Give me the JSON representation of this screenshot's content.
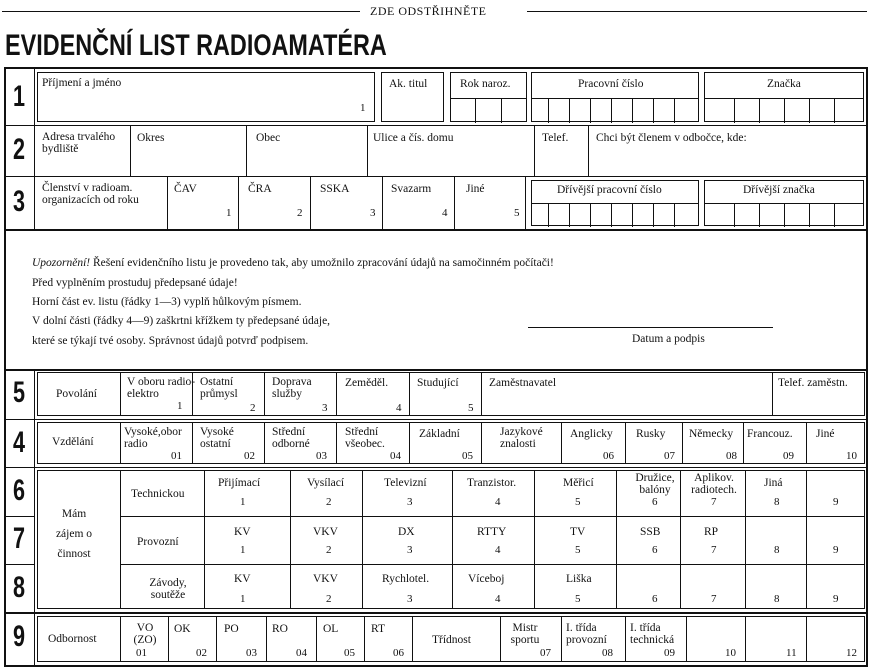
{
  "cut_label": "ZDE ODSTŘIHNĚTE",
  "title": "EVIDENČNÍ LIST RADIOAMATÉRA",
  "row_numbers": [
    "1",
    "2",
    "3",
    "5",
    "4",
    "6",
    "7",
    "8",
    "9"
  ],
  "row1": {
    "name": "Příjmení a jméno",
    "name_num": "1",
    "title": "Ak. titul",
    "birth": "Rok naroz.",
    "work_no": "Pracovní číslo",
    "callsign": "Značka"
  },
  "row2": {
    "address": "Adresa trvalého bydliště",
    "district": "Okres",
    "town": "Obec",
    "street": "Ulice a čís. domu",
    "phone": "Telef.",
    "branch": "Chci být členem v odbočce, kde:"
  },
  "row3": {
    "member": "Členství v radioam. organizacích od roku",
    "org": [
      "ČAV",
      "ČRA",
      "SSKA",
      "Svazarm",
      "Jiné"
    ],
    "org_nums": [
      "1",
      "2",
      "3",
      "4",
      "5"
    ],
    "prev_work": "Dřívější pracovní číslo",
    "prev_call": "Dřívější značka"
  },
  "notice": {
    "lead": "Upozornění!",
    "l1": " Řešení evidenčního listu je provedeno tak, aby umožnilo zpracování údajů na samočinném počítači!",
    "l2": "Před vyplněním prostuduj předepsané údaje!",
    "l3": "Horní část ev. listu (řádky 1—3) vyplň hůlkovým písmem.",
    "l4": "V dolní části (řádky 4—9) zaškrtni křížkem ty předepsané údaje,",
    "l5": "které se týkají tvé osoby. Správnost údajů potvrď podpisem.",
    "sign": "Datum a podpis"
  },
  "row5": {
    "label": "Povolání",
    "cells": [
      "V oboru radio-elektro",
      "Ostatní průmysl",
      "Doprava služby",
      "Zeměděl.",
      "Studující"
    ],
    "nums": [
      "1",
      "2",
      "3",
      "4",
      "5"
    ],
    "employer": "Zaměstnavatel",
    "emp_phone": "Telef. zaměstn."
  },
  "row4": {
    "label": "Vzdělání",
    "cells": [
      "Vysoké,obor radio",
      "Vysoké ostatní",
      "Střední odborné",
      "Střední všeobec.",
      "Základní",
      "Jazykové znalosti",
      "Anglicky",
      "Rusky",
      "Německy",
      "Francouz.",
      "Jiné"
    ],
    "nums": [
      "01",
      "02",
      "03",
      "04",
      "05",
      "",
      "06",
      "07",
      "08",
      "09",
      "10"
    ]
  },
  "interest": {
    "label": "Mám zájem o činnost",
    "rows": [
      {
        "label": "Technickou",
        "cells": [
          "Přijímací",
          "Vysílací",
          "Televizní",
          "Tranzistor.",
          "Měřicí",
          "Družice, balóny",
          "Aplikov. radiotech.",
          "Jiná",
          ""
        ],
        "nums": [
          "1",
          "2",
          "3",
          "4",
          "5",
          "6",
          "7",
          "8",
          "9"
        ]
      },
      {
        "label": "Provozní",
        "cells": [
          "KV",
          "VKV",
          "DX",
          "RTTY",
          "TV",
          "SSB",
          "RP",
          "",
          ""
        ],
        "nums": [
          "1",
          "2",
          "3",
          "4",
          "5",
          "6",
          "7",
          "8",
          "9"
        ]
      },
      {
        "label": "Závody, soutěže",
        "cells": [
          "KV",
          "VKV",
          "Rychlotel.",
          "Víceboj",
          "Liška",
          "",
          "",
          "",
          ""
        ],
        "nums": [
          "1",
          "2",
          "3",
          "4",
          "5",
          "6",
          "7",
          "8",
          "9"
        ]
      }
    ]
  },
  "row9": {
    "label": "Odbornost",
    "cells": [
      "VO (ZO)",
      "OK",
      "PO",
      "RO",
      "OL",
      "RT"
    ],
    "nums": [
      "01",
      "02",
      "03",
      "04",
      "05",
      "06"
    ],
    "class_label": "Třídnost",
    "cells2": [
      "Mistr sportu",
      "I. třída provozní",
      "I. třída technická",
      "",
      "",
      ""
    ],
    "nums2": [
      "07",
      "08",
      "09",
      "10",
      "11",
      "12"
    ]
  }
}
